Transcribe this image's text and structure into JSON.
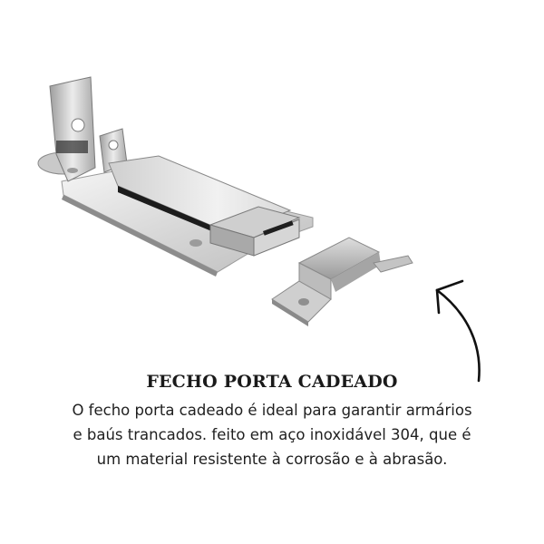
{
  "product": {
    "image_alt": "fecho porta cadeado em aço inoxidável",
    "colors": {
      "steel_light": "#e6e6e6",
      "steel_mid": "#b9b9b9",
      "steel_dark": "#4a4a4a",
      "shadow": "#1c1c1c"
    }
  },
  "caption": {
    "title": "FECHO PORTA CADEADO",
    "lines": [
      "O fecho porta cadeado é ideal para garantir armários",
      "e baús trancados. feito em aço inoxidável 304, que é",
      "um material resistente à corrosão e à abrasão."
    ]
  },
  "arrow_icon": "curved-arrow-up-left"
}
